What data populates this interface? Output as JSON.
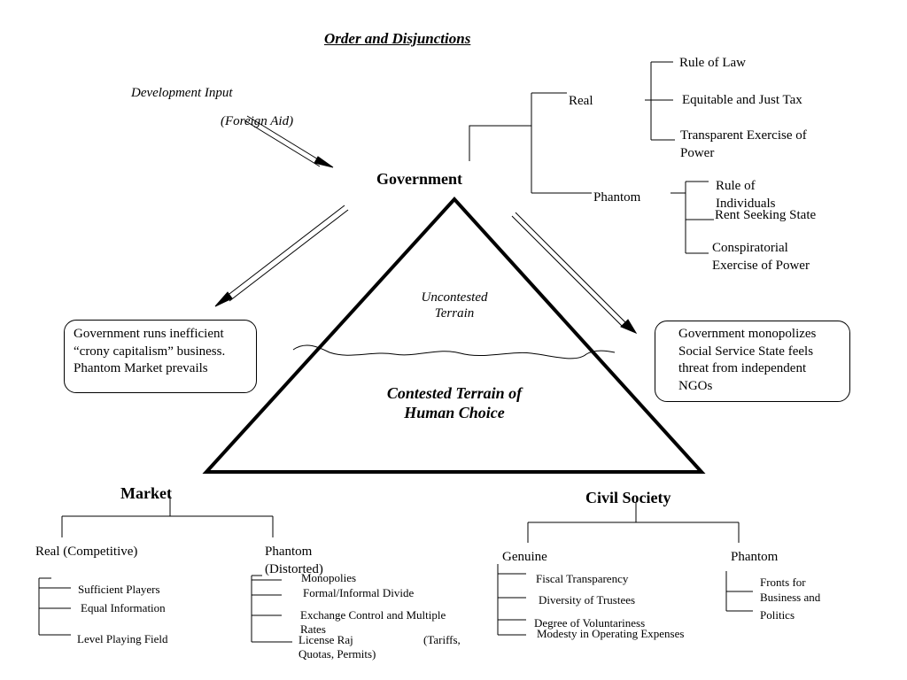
{
  "title": "Order and Disjunctions",
  "development_input": {
    "line1": "Development Input",
    "line2": "(Foreign Aid)"
  },
  "government": {
    "label": "Government",
    "real": {
      "label": "Real",
      "items": [
        "Rule of Law",
        "Equitable and Just Tax",
        "Transparent Exercise of",
        "Power"
      ]
    },
    "phantom": {
      "label": "Phantom",
      "items": [
        "Rule of",
        "Individuals",
        "Rent Seeking State",
        "Conspiratorial",
        "Exercise of Power"
      ]
    }
  },
  "left_box": [
    "Government runs inefficient",
    "“crony capitalism” business.",
    "Phantom Market prevails"
  ],
  "right_box": [
    "Government monopolizes",
    "Social Service State feels",
    "threat from independent",
    "NGOs"
  ],
  "pyramid": {
    "uncontested": [
      "Uncontested",
      "Terrain"
    ],
    "contested": [
      "Contested Terrain of",
      "Human Choice"
    ]
  },
  "market": {
    "label": "Market",
    "real": {
      "label": "Real (Competitive)",
      "items": [
        "Sufficient Players",
        "Equal Information",
        "Level Playing Field"
      ]
    },
    "phantom": {
      "label1": "Phantom",
      "label2": "(Distorted)",
      "items": [
        "Monopolies",
        "Formal/Informal Divide",
        "Exchange Control and Multiple",
        "Rates",
        "License Raj",
        "(Tariffs,",
        "Quotas, Permits)"
      ]
    }
  },
  "civil_society": {
    "label": "Civil Society",
    "genuine": {
      "label": "Genuine",
      "items": [
        "Fiscal Transparency",
        "Diversity of Trustees",
        "Degree of Voluntariness",
        "Modesty in Operating Expenses"
      ]
    },
    "phantom": {
      "label": "Phantom",
      "items": [
        "Fronts for",
        "Business and",
        "Politics"
      ]
    }
  }
}
